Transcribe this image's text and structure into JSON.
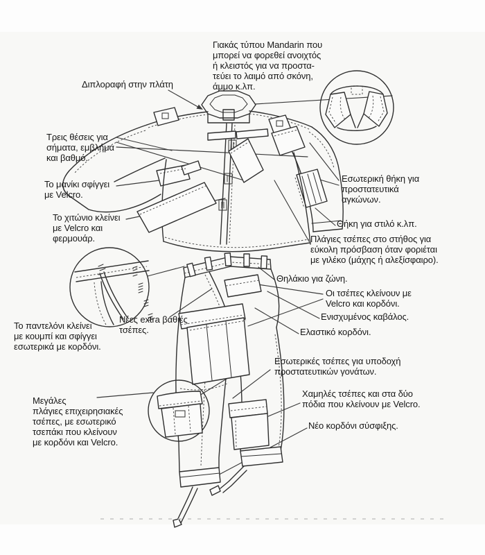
{
  "background": {
    "page": "#fdfdfd",
    "scan_area": "#f8f8f6"
  },
  "ink": {
    "line": "#2f2f2f",
    "stitch": "#4a4a4a",
    "text": "#161616",
    "leader": "#3a3a3a"
  },
  "diagram_subject": "military-combat-uniform-jacket-and-trousers",
  "labels": {
    "collar_mandarin": "Γιακάς τύπου Mandarin που\nμπορεί να φορεθεί ανοιχτός\nή κλειστός για να προστα-\nτεύει το λαιμό από σκόνη,\nάμμο κ.λπ.",
    "back_seam": "Διπλοραφή στην πλάτη",
    "insignia": "Τρεις θέσεις για\nσήματα, εμβλήμα\nκαι βαθμό.",
    "sleeve_velcro": "Το μανίκι σφίγγει\nμε Velcro.",
    "jacket_closure": "Το χιτώνιο κλείνει\nμε Velcro και\nφερμουάρ.",
    "elbow_pads": "Εσωτερική θήκη για\nπροστατευτικά\nαγκώνων.",
    "pen_pocket": "Θήκη για στιλό κ.λπ.",
    "chest_pockets": "Πλάγιες τσέπες στο στήθος για\nεύκολη πρόσβαση όταν φοριέται\nμε γιλέκο (μάχης ή αλεξίσφαιρο).",
    "belt_loop": "Θηλάκιο για ζώνη.",
    "pocket_closure": "Οι τσέπες κλείνουν με\nVelcro και κορδόνι.",
    "crotch": "Ενισχυμένος καβάλος.",
    "elastic_cord": "Ελαστικό κορδόνι.",
    "trousers_closure": "Το παντελόνι κλείνει\nμε κουμπί και σφίγγει\nεσωτερικά με κορδόνι.",
    "deep_pockets": "Νέες extra βαθιές\nτσέπες.",
    "cargo_pockets": "Μεγάλες\nπλάγιες επιχειρησιακές\nτσέπες, με εσωτερικό\nτσεπάκι που κλείνουν\nμε κορδόνι και Velcro.",
    "knee_pads": "Εσωτερικές τσέπες για υποδοχή\nπροστατευτικών γονάτων.",
    "low_pockets": "Χαμηλές τσέπες και στα δύο\nπόδια που κλείνουν με Velcro.",
    "new_drawcord": "Νέο κορδόνι σύσφιξης."
  }
}
